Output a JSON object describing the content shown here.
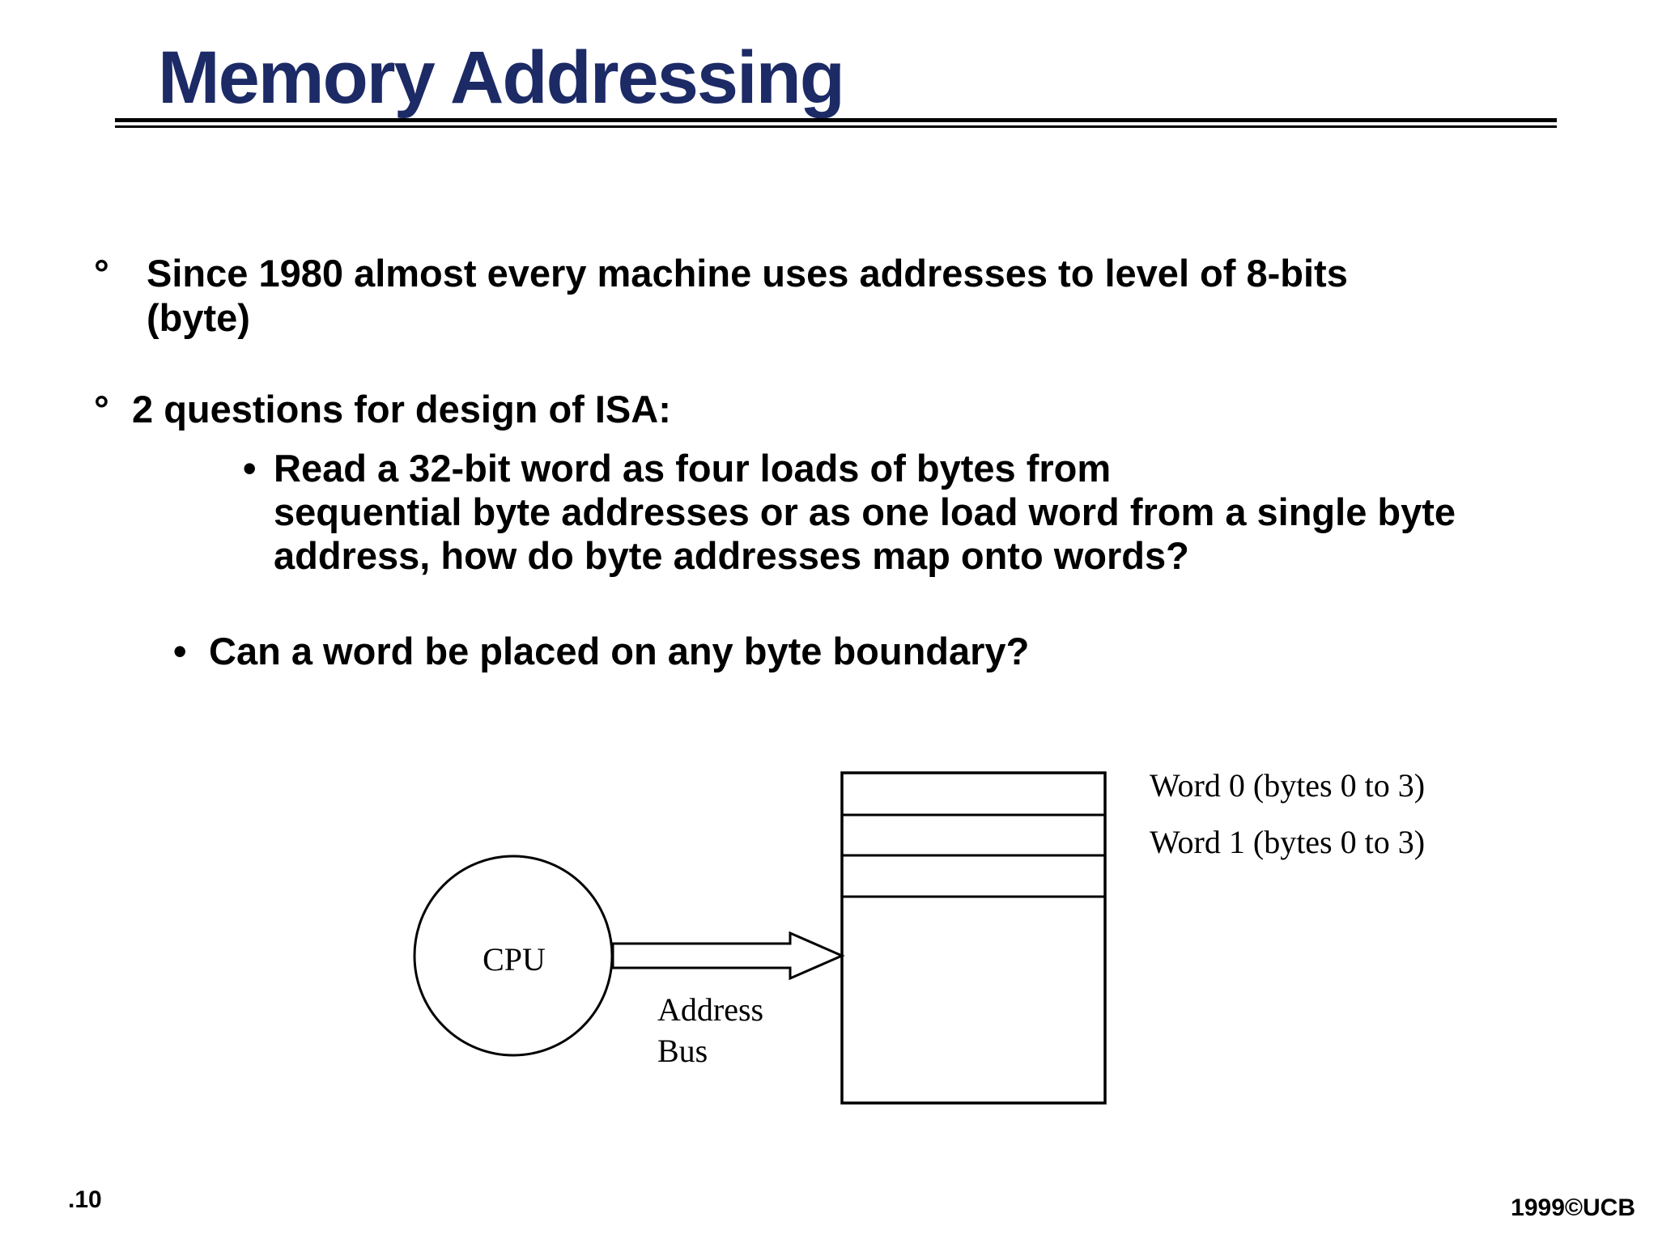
{
  "slide": {
    "title": "Memory Addressing",
    "bullets": {
      "b1": {
        "marker": "°",
        "lines": [
          "Since 1980 almost every machine uses addresses to level of 8-bits",
          "(byte)"
        ]
      },
      "b2": {
        "marker": "°",
        "text": "2 questions for design of ISA:"
      },
      "sub1": {
        "marker": "•",
        "lines": [
          "Read a 32-bit word as four loads of bytes from",
          "sequential byte addresses or as one load word from a single byte",
          "address, how do byte addresses map onto words?"
        ]
      },
      "sub2": {
        "marker": "•",
        "text": "Can a word be placed on any byte boundary?"
      }
    },
    "diagram": {
      "cpu_label": "CPU",
      "bus_label_line1": "Address",
      "bus_label_line2": "Bus",
      "word0_label": "Word 0 (bytes 0 to 3)",
      "word1_label": "Word 1 (bytes 0 to 3)"
    },
    "footer": {
      "page_number": ".10",
      "copyright": "1999©UCB"
    },
    "colors": {
      "title_navy": "#1c2a66",
      "body_text": "#000000",
      "line_black": "#000000"
    }
  }
}
